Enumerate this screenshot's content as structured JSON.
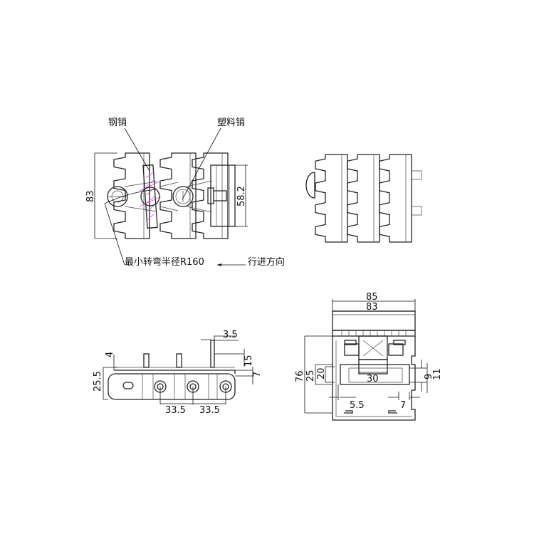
{
  "top_view": {
    "label_steel_pin": "钢销",
    "label_plastic_pin": "塑料销",
    "label_min_radius": "最小转弯半径R160",
    "label_direction": "行进方向",
    "dim_height": "83",
    "dim_width": "58.2"
  },
  "side_view": {
    "dim_3_5": "3.5",
    "dim_4": "4",
    "dim_15": "15",
    "dim_25_5": "25.5",
    "dim_7": "7",
    "dim_pitch_1": "33.5",
    "dim_pitch_2": "33.5"
  },
  "section_view": {
    "dim_85": "85",
    "dim_83": "83",
    "dim_76": "76",
    "dim_25": "25",
    "dim_20": "20",
    "dim_30": "30",
    "dim_9": "9",
    "dim_11": "11",
    "dim_5_5": "5.5",
    "dim_7": "7"
  },
  "colors": {
    "line": "#222222",
    "hatch": "#d04ad0"
  }
}
